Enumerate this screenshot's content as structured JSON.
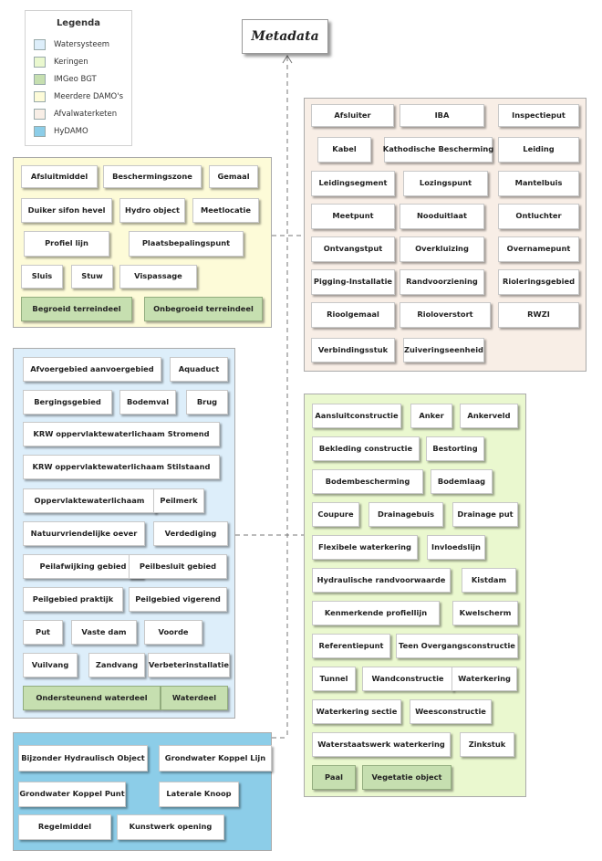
{
  "colors": {
    "water": "#ddeefa",
    "keringen": "#eaf8cf",
    "imgeo": "#c6dfb0",
    "multi": "#fdfbd8",
    "waste": "#f8eee6",
    "hydamo": "#8ccde8"
  },
  "legend": {
    "title": "Legenda",
    "items": [
      {
        "label": "Watersysteem",
        "color": "#ddeefa"
      },
      {
        "label": "Keringen",
        "color": "#eaf8cf"
      },
      {
        "label": "IMGeo BGT",
        "color": "#c6dfb0"
      },
      {
        "label": "Meerdere DAMO's",
        "color": "#fdfbd8"
      },
      {
        "label": "Afvalwaterketen",
        "color": "#f8eee6"
      },
      {
        "label": "HyDAMO",
        "color": "#8ccde8"
      }
    ]
  },
  "metadata": {
    "label": "Metadata"
  },
  "multi": [
    "Afsluitmiddel",
    "Beschermingszone",
    "Gemaal",
    "Duiker sifon hevel",
    "Hydro object",
    "Meetlocatie",
    "Profiel lijn",
    "Plaatsbepalingspunt",
    "Sluis",
    "Stuw",
    "Vispassage",
    "Begroeid terreindeel",
    "Onbegroeid terreindeel"
  ],
  "waste": [
    "Afsluiter",
    "IBA",
    "Inspectieput",
    "Kabel",
    "Kathodische Bescherming",
    "Leiding",
    "Leidingsegment",
    "Lozingspunt",
    "Mantelbuis",
    "Meetpunt",
    "Nooduitlaat",
    "Ontluchter",
    "Ontvangstput",
    "Overkluizing",
    "Overnamepunt",
    "Pigging-Installatie",
    "Randvoorziening",
    "Rioleringsgebied",
    "Rioolgemaal",
    "Rioloverstort",
    "RWZI",
    "Verbindingsstuk",
    "Zuiveringseenheid"
  ],
  "water": [
    "Afvoergebied aanvoergebied",
    "Aquaduct",
    "Bergingsgebied",
    "Bodemval",
    "Brug",
    "KRW oppervlaktewaterlichaam Stromend",
    "KRW oppervlaktewaterlichaam Stilstaand",
    "Oppervlaktewaterlichaam",
    "Peilmerk",
    "Natuurvriendelijke oever",
    "Verdediging",
    "Peilafwijking gebied",
    "Peilbesluit gebied",
    "Peilgebied praktijk",
    "Peilgebied vigerend",
    "Put",
    "Vaste dam",
    "Voorde",
    "Vuilvang",
    "Zandvang",
    "Verbeterinstallatie",
    "Ondersteunend waterdeel",
    "Waterdeel"
  ],
  "keringen": [
    "Aansluitconstructie",
    "Anker",
    "Ankerveld",
    "Bekleding constructie",
    "Bestorting",
    "Bodembescherming",
    "Bodemlaag",
    "Coupure",
    "Drainagebuis",
    "Drainage put",
    "Flexibele waterkering",
    "Invloedslijn",
    "Hydraulische randvoorwaarde",
    "Kistdam",
    "Kenmerkende profiellijn",
    "Kwelscherm",
    "Referentiepunt",
    "Teen Overgangsconstructie",
    "Tunnel",
    "Wandconstructie",
    "Waterkering",
    "Waterkering sectie",
    "Weesconstructie",
    "Waterstaatswerk waterkering",
    "Zinkstuk",
    "Paal",
    "Vegetatie object"
  ],
  "hydamo": [
    "Bijzonder Hydraulisch Object",
    "Grondwater Koppel Lijn",
    "Grondwater Koppel Punt",
    "Laterale Knoop",
    "Regelmiddel",
    "Kunstwerk opening"
  ]
}
